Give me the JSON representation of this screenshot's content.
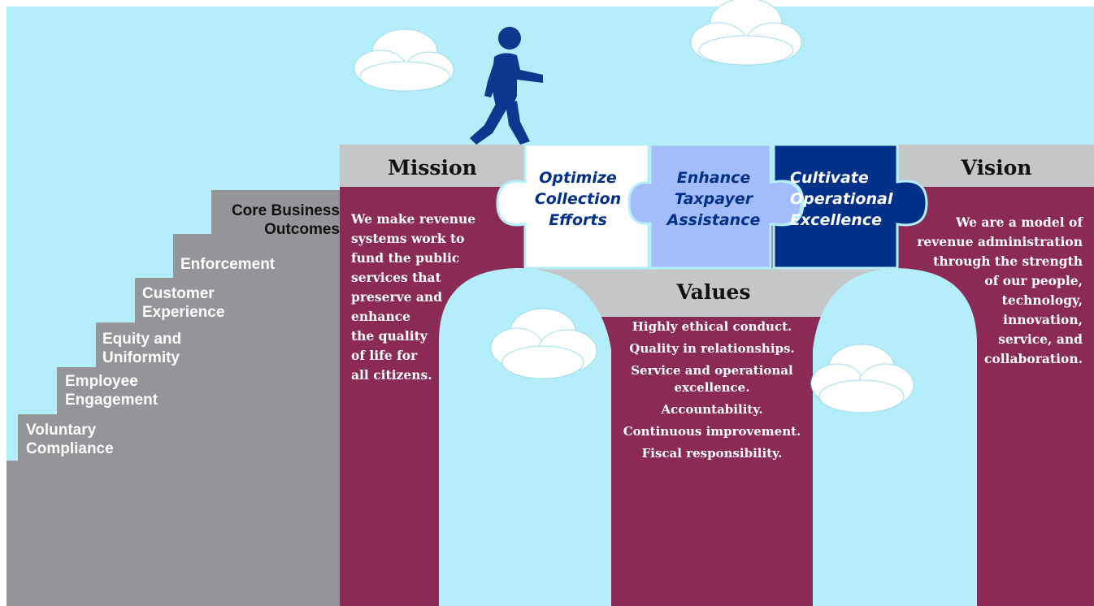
{
  "colors": {
    "sky": "#b3eefa",
    "step_gray": "#939598",
    "light_gray": "#c4c6c8",
    "maroon": "#8b2a55",
    "white": "#ffffff",
    "light_blue": "#a3bdfa",
    "navy": "#003087",
    "figure_blue": "#0b3990"
  },
  "steps": [
    {
      "lines": [
        "Voluntary",
        "Compliance"
      ]
    },
    {
      "lines": [
        "Employee",
        "Engagement"
      ]
    },
    {
      "lines": [
        "Equity and",
        "Uniformity"
      ]
    },
    {
      "lines": [
        "Customer",
        "Experience"
      ]
    },
    {
      "lines": [
        "Enforcement"
      ]
    },
    {
      "lines": [
        "Core Business",
        "Outcomes"
      ]
    }
  ],
  "mission": {
    "heading": "Mission",
    "lines": [
      "We make revenue",
      "systems work to",
      "fund the public",
      "services that",
      "preserve and",
      "enhance",
      "the quality",
      "of life for",
      "all citizens."
    ]
  },
  "goals": [
    {
      "lines": [
        "Optimize",
        "Collection",
        "Efforts"
      ]
    },
    {
      "lines": [
        "Enhance",
        "Taxpayer",
        "Assistance"
      ]
    },
    {
      "lines": [
        "Cultivate",
        "Operational",
        "Excellence"
      ]
    }
  ],
  "vision": {
    "heading": "Vision",
    "lines": [
      "We are a model of",
      "revenue administration",
      "through the strength",
      "of our people,",
      "technology,",
      "innovation,",
      "service, and",
      "collaboration."
    ]
  },
  "values": {
    "heading": "Values",
    "items": [
      "Highly ethical conduct.",
      "Quality in relationships.",
      "Service and operational excellence.",
      "Accountability.",
      "Continuous improvement.",
      "Fiscal responsibility."
    ]
  },
  "icons": {
    "walker": "walking-person-icon",
    "clouds": [
      "cloud-icon"
    ]
  }
}
